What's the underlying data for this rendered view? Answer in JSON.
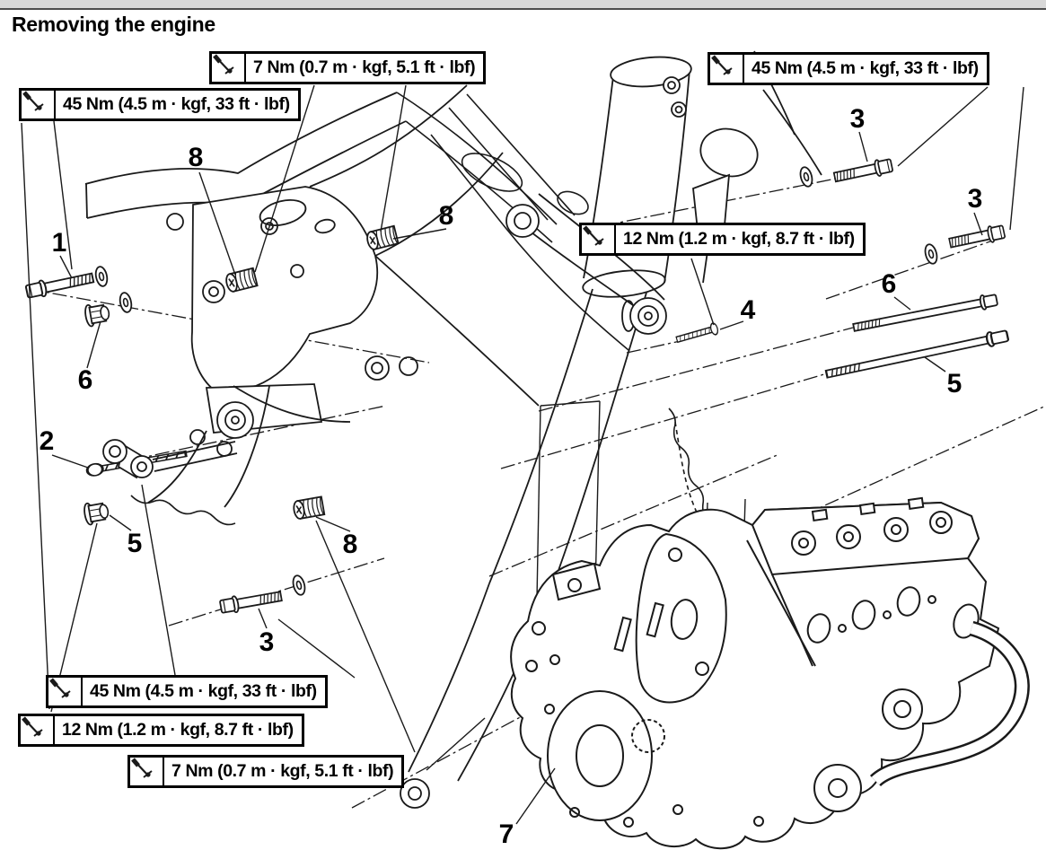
{
  "page": {
    "title": "Removing the engine"
  },
  "diagram": {
    "description_icon": "torque-wrench-icon",
    "callouts": [
      {
        "id": "top-7nm",
        "text": "7 Nm (0.7 m · kgf, 5.1 ft · lbf)"
      },
      {
        "id": "top-left-45nm",
        "text": "45 Nm (4.5 m · kgf, 33 ft · lbf)"
      },
      {
        "id": "top-right-45nm",
        "text": "45 Nm (4.5 m · kgf, 33 ft · lbf)"
      },
      {
        "id": "mid-right-12nm",
        "text": "12 Nm (1.2 m · kgf, 8.7 ft · lbf)"
      },
      {
        "id": "bottom-45nm",
        "text": "45 Nm (4.5 m · kgf, 33 ft · lbf)"
      },
      {
        "id": "bottom-12nm",
        "text": "12 Nm (1.2 m · kgf, 8.7 ft · lbf)"
      },
      {
        "id": "bottom-7nm",
        "text": "7 Nm (0.7 m · kgf, 5.1 ft · lbf)"
      }
    ],
    "part_labels": [
      {
        "n": "1"
      },
      {
        "n": "8"
      },
      {
        "n": "8"
      },
      {
        "n": "6"
      },
      {
        "n": "2"
      },
      {
        "n": "5"
      },
      {
        "n": "8"
      },
      {
        "n": "3"
      },
      {
        "n": "3"
      },
      {
        "n": "3"
      },
      {
        "n": "6"
      },
      {
        "n": "5"
      },
      {
        "n": "4"
      },
      {
        "n": "7"
      }
    ],
    "colors": {
      "line": "#1a1a1a",
      "background": "#ffffff",
      "header_bar": "#d8d8d8"
    }
  }
}
